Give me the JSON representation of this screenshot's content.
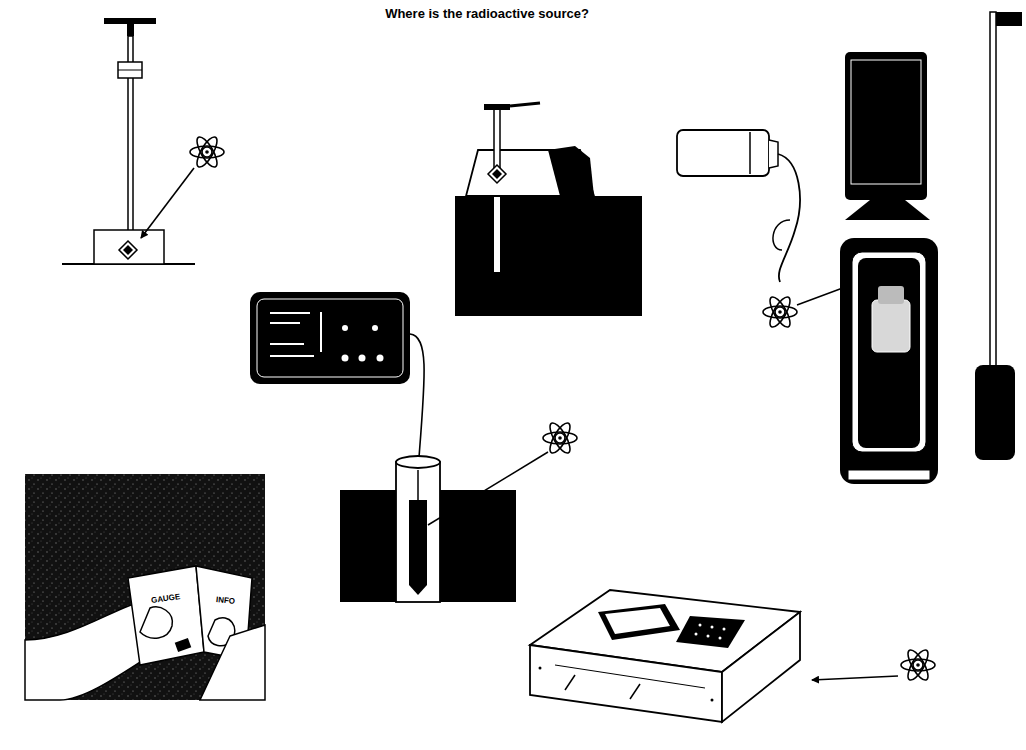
{
  "diagram": {
    "title": "Where is the radioactive source?",
    "labels": [
      "GAUGE",
      "INFO"
    ]
  }
}
